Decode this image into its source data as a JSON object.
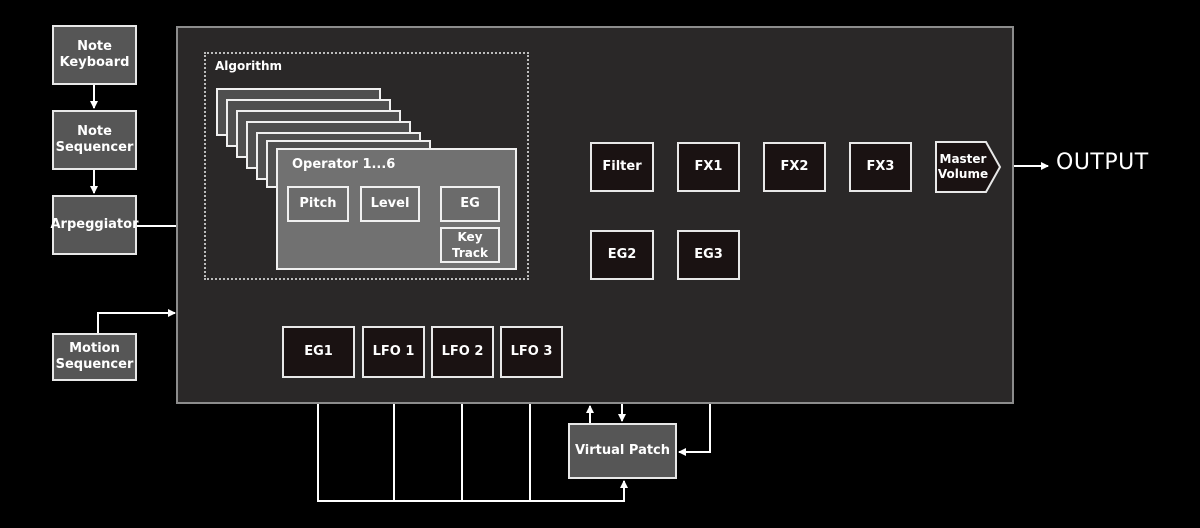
{
  "labels": {
    "note_keyboard": "Note\nKeyboard",
    "note_sequencer": "Note\nSequencer",
    "arpeggiator": "Arpeggiator",
    "motion_sequencer": "Motion\nSequencer",
    "algorithm": "Algorithm",
    "operator": "Operator 1...6",
    "pitch": "Pitch",
    "level": "Level",
    "eg": "EG",
    "key_track": "Key Track",
    "filter": "Filter",
    "fx1": "FX1",
    "fx2": "FX2",
    "fx3": "FX3",
    "master_volume": "Master\nVolume",
    "output": "OUTPUT",
    "eg1": "EG1",
    "lfo1": "LFO 1",
    "lfo2": "LFO 2",
    "lfo3": "LFO 3",
    "eg2": "EG2",
    "eg3": "EG3",
    "virtual_patch": "Virtual Patch"
  },
  "colors": {
    "background": "#000000",
    "synth_frame": "#2a2828",
    "module_dark": "#1a1212",
    "module_grey": "#565656",
    "wire": "#ffffff"
  }
}
